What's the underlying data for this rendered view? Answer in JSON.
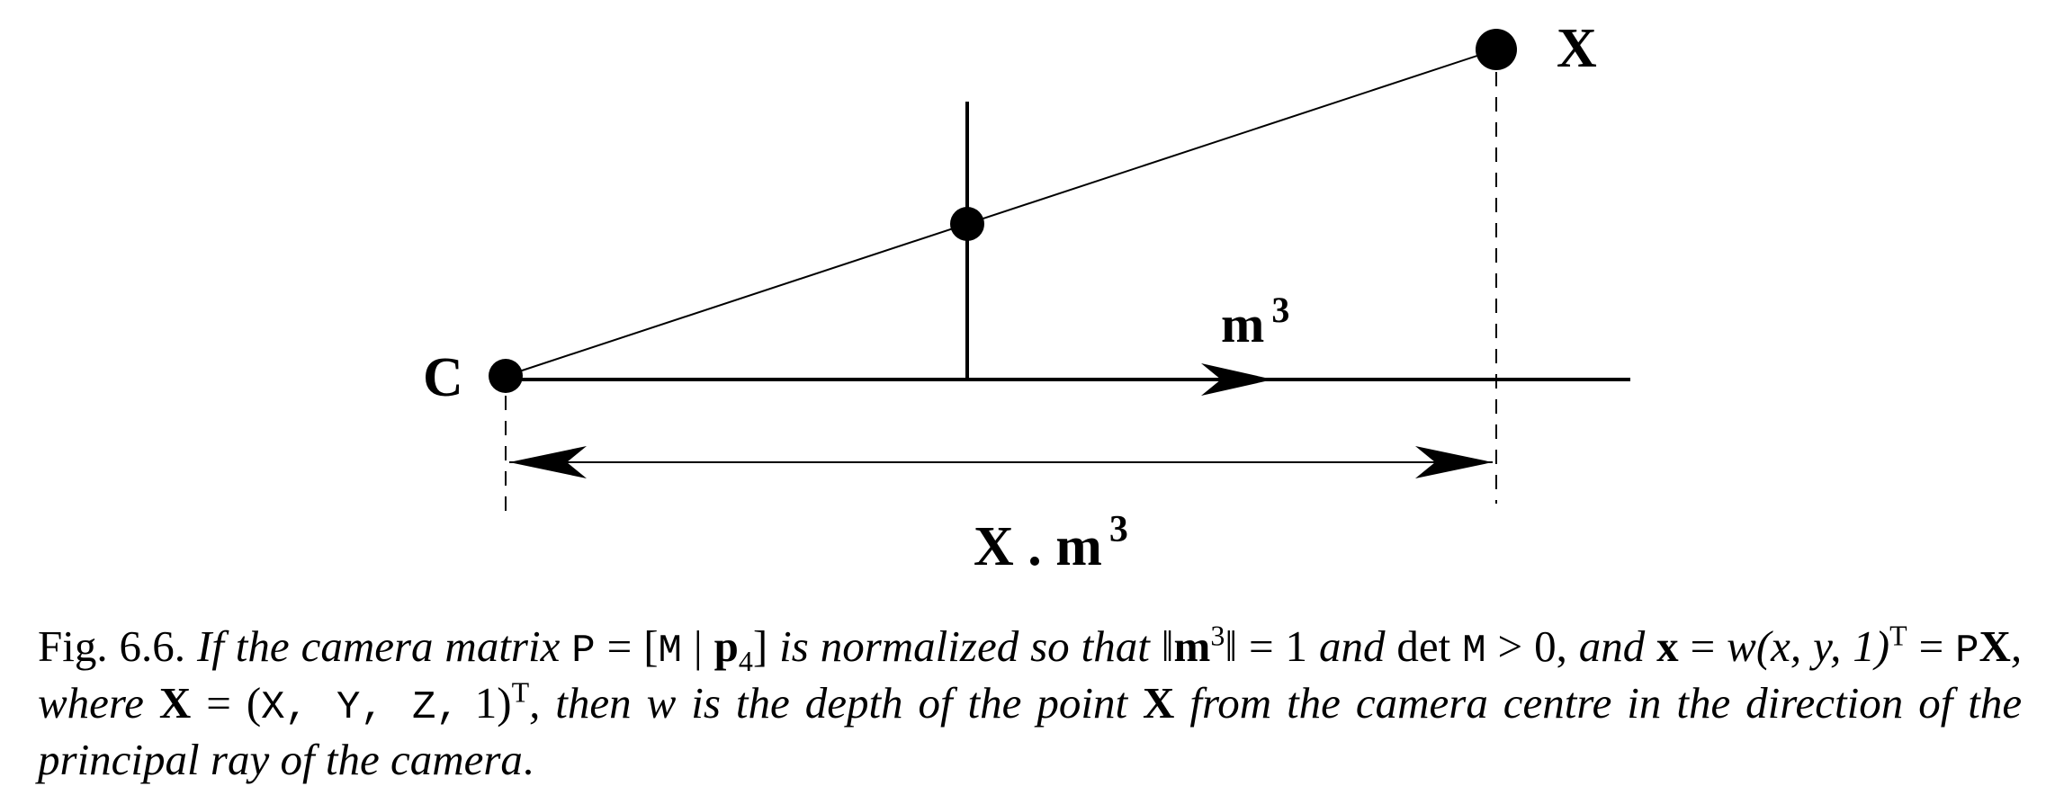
{
  "figure": {
    "labels": {
      "point_X": "X",
      "camera_centre": "C",
      "principal_axis": "m",
      "principal_axis_sup": "3",
      "depth_main": "X . m",
      "depth_sup": "3"
    }
  },
  "caption": {
    "fig_number": "Fig. 6.6.",
    "t1": "If the camera matrix",
    "P": "P",
    "eq": "=",
    "lb": "[",
    "M": "M",
    "bar": "|",
    "p": "p",
    "p_sub": "4",
    "rb": "]",
    "t2": "is normalized so that",
    "norm_open": "‖",
    "m": "m",
    "m_sup": "3",
    "norm_close": "‖",
    "eq_one": "= 1",
    "t3": "and",
    "det": "det",
    "M2": "M",
    "gt0": "> 0,",
    "t4": "and",
    "x_bold": "x",
    "eq2": "=",
    "w_expr": "w(x, y, 1)",
    "T1": "T",
    "eq3": "=",
    "P2": "P",
    "X_bold": "X",
    "t5": ", where",
    "X_bold2": "X",
    "eq4": "=",
    "paren_open": "(",
    "XYZ": "X, Y, Z,",
    "one_close": "1)",
    "T2": "T",
    "t6": ", then",
    "w": "w",
    "t7": "is the depth of the point",
    "X_bold3": "X",
    "t8": "from the camera centre in the direction of the principal ray of the camera",
    "period": "."
  }
}
